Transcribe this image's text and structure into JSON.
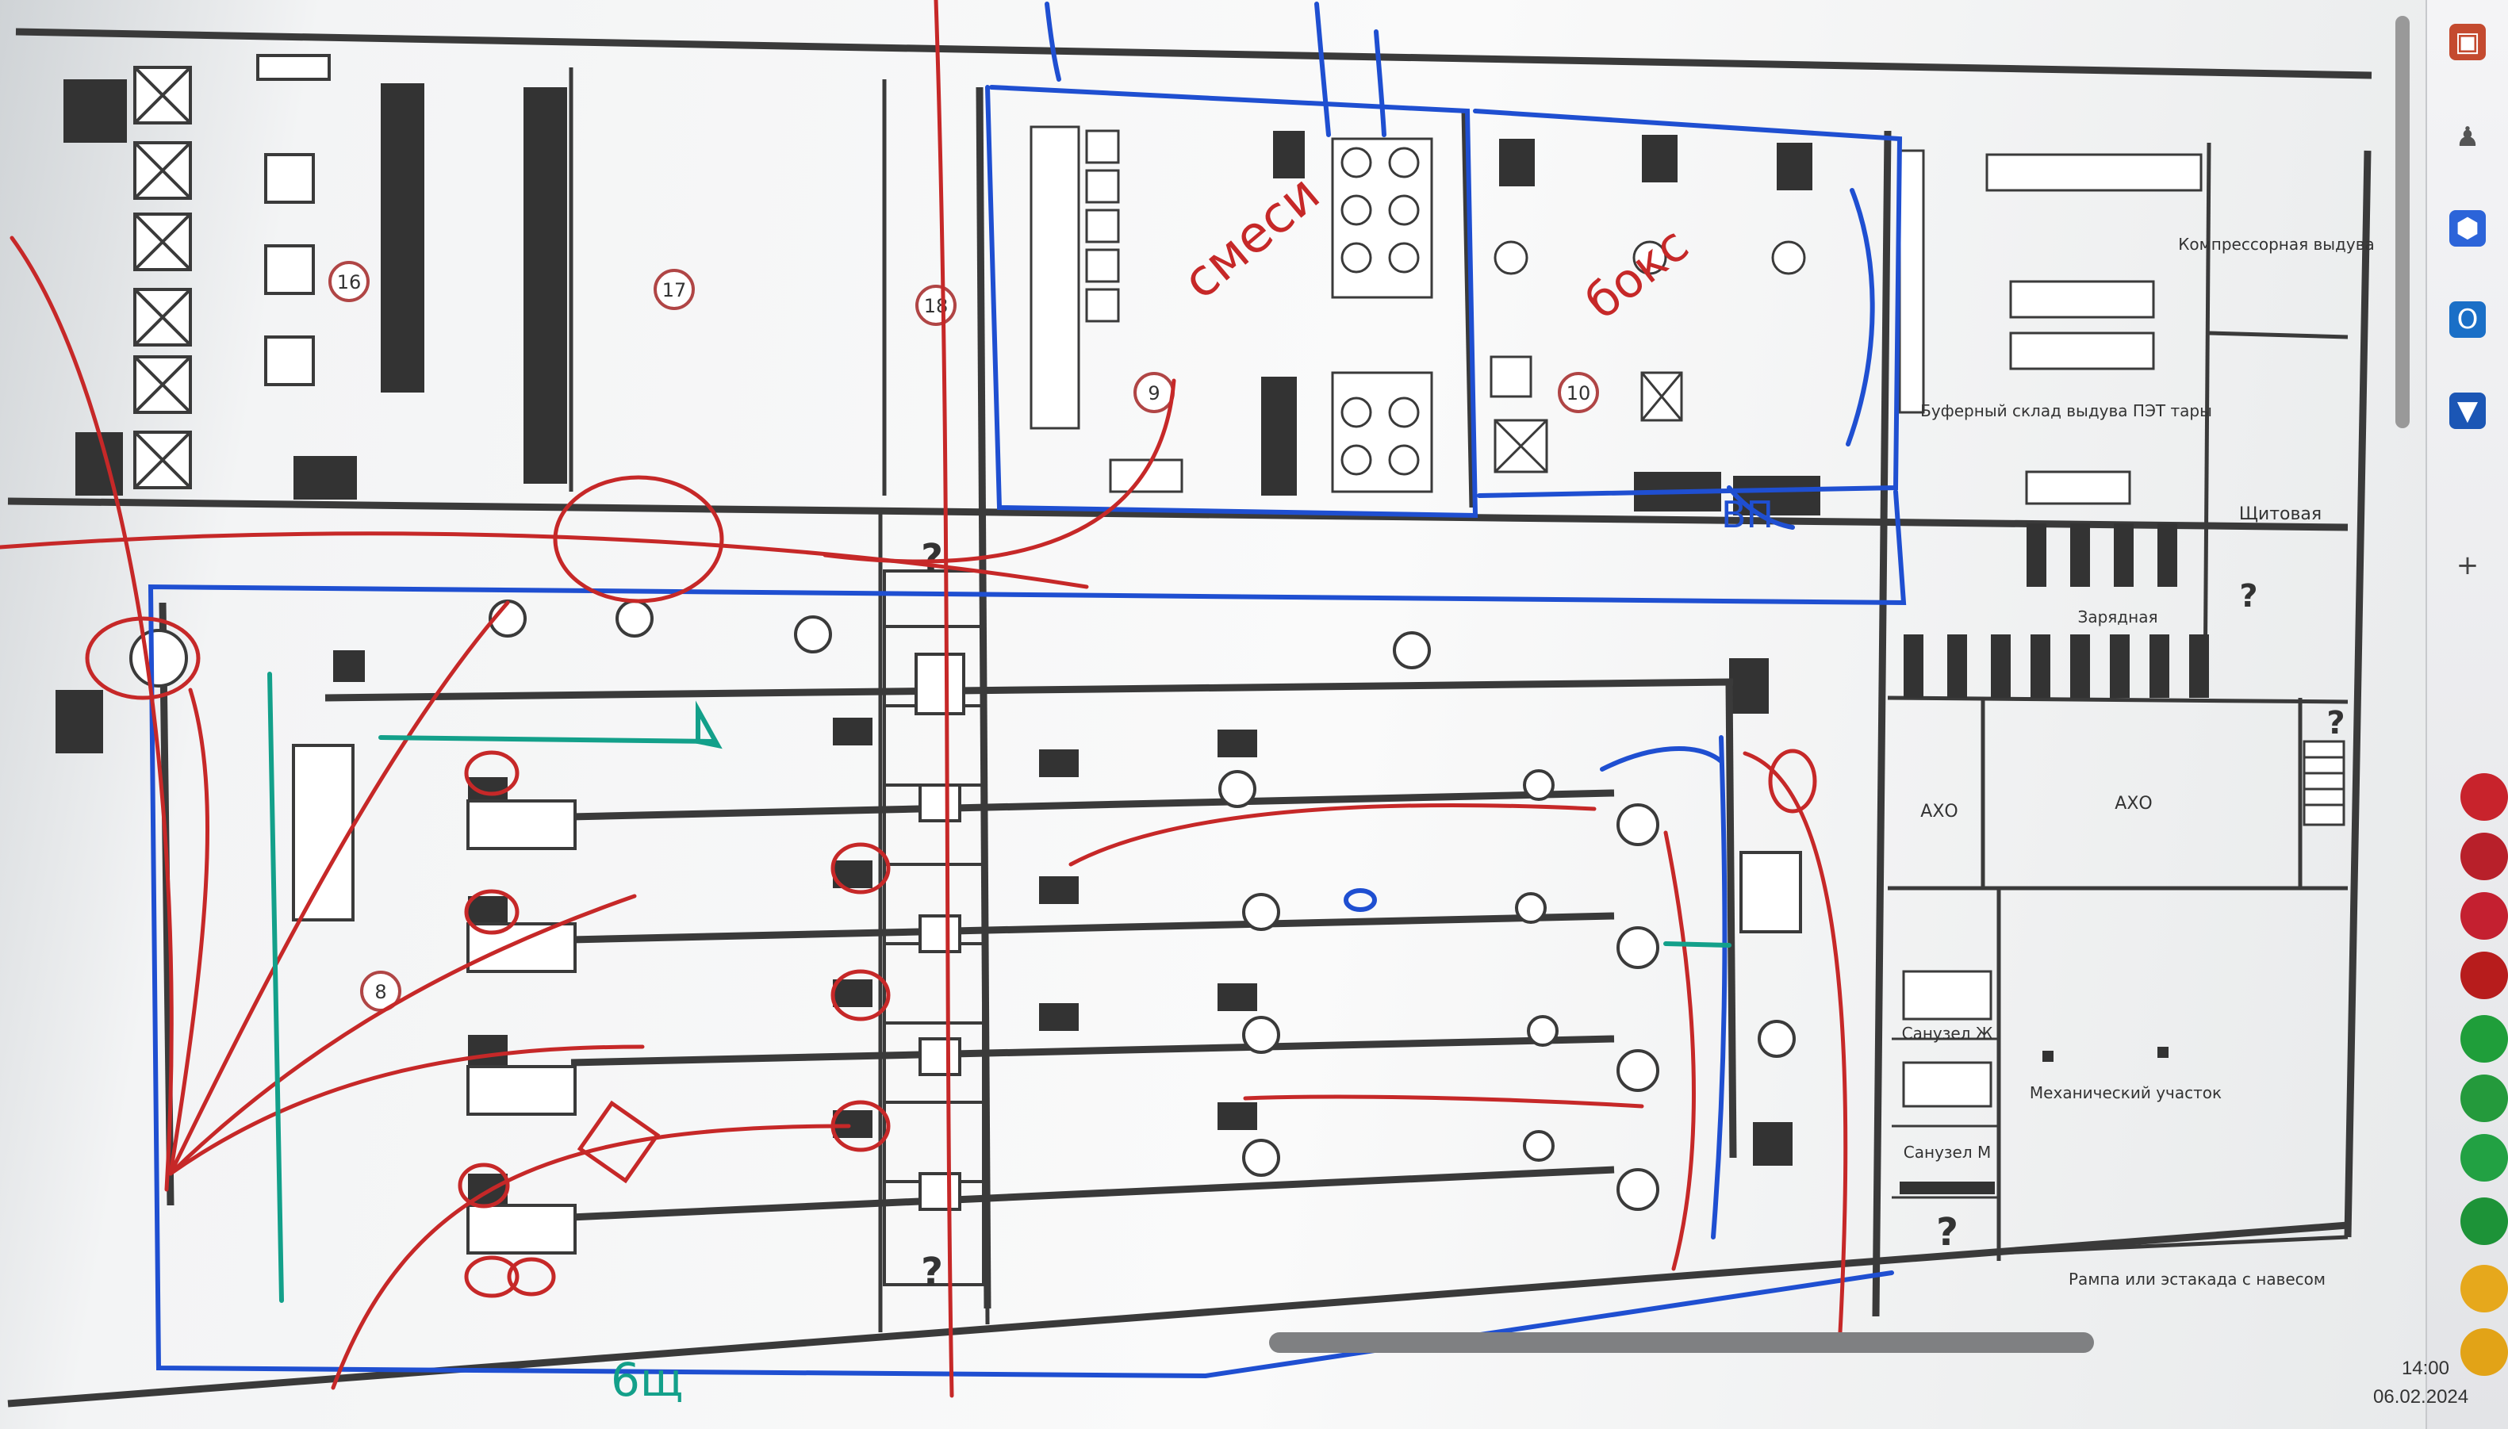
{
  "zones": [
    "16",
    "17",
    "18",
    "9",
    "10",
    "8"
  ],
  "room_labels": {
    "compressor": "Компрессорная выдува",
    "buffer_store": "Буферный склад выдува ПЭТ тары",
    "switchroom": "Щитовая",
    "charging": "Зарядная",
    "axo_left": "АХО",
    "axo_right": "АХО",
    "wc_female": "Санузел Ж",
    "wc_male": "Санузел М",
    "mech_section": "Механический участок",
    "ramp": "Рампа или эстакада с навесом"
  },
  "question_marks": [
    "?",
    "?",
    "?",
    "?",
    "?"
  ],
  "handwritten": {
    "left_note": "смеси",
    "right_note": "бокс",
    "bottom_note": "6щ",
    "side_note": "ВП"
  },
  "taskbar": {
    "time": "14:00",
    "date": "06.02.2024"
  },
  "sidebar_icons": [
    "toolbox-icon",
    "people-icon",
    "gem-icon",
    "outlook-icon",
    "arrow-icon",
    "plus-icon"
  ],
  "colors": {
    "plan_line": "#3a3a3a",
    "marker_red": "#c62828",
    "marker_blue": "#1f4fd1",
    "marker_teal": "#13a08a"
  }
}
